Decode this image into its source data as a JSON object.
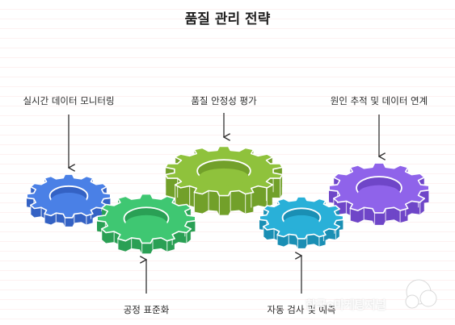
{
  "title": "품질 관리 전략",
  "gears": [
    {
      "label": "실시간 데이터 모니터링",
      "label_position": "top",
      "color": "#4a80e6",
      "side_color": "#3462c4"
    },
    {
      "label": "공정 표준화",
      "label_position": "bottom",
      "color": "#3fc772",
      "side_color": "#2aa055"
    },
    {
      "label": "품질 안정성 평가",
      "label_position": "top",
      "color": "#8fc23c",
      "side_color": "#72a02a"
    },
    {
      "label": "자동 검사 및 예측",
      "label_position": "bottom",
      "color": "#29b0d8",
      "side_color": "#1a8fb4"
    },
    {
      "label": "원인 추적 및 데이터 연계",
      "label_position": "top",
      "color": "#8f63ea",
      "side_color": "#6f46c8"
    }
  ],
  "watermark": "한국e마케팅저널"
}
